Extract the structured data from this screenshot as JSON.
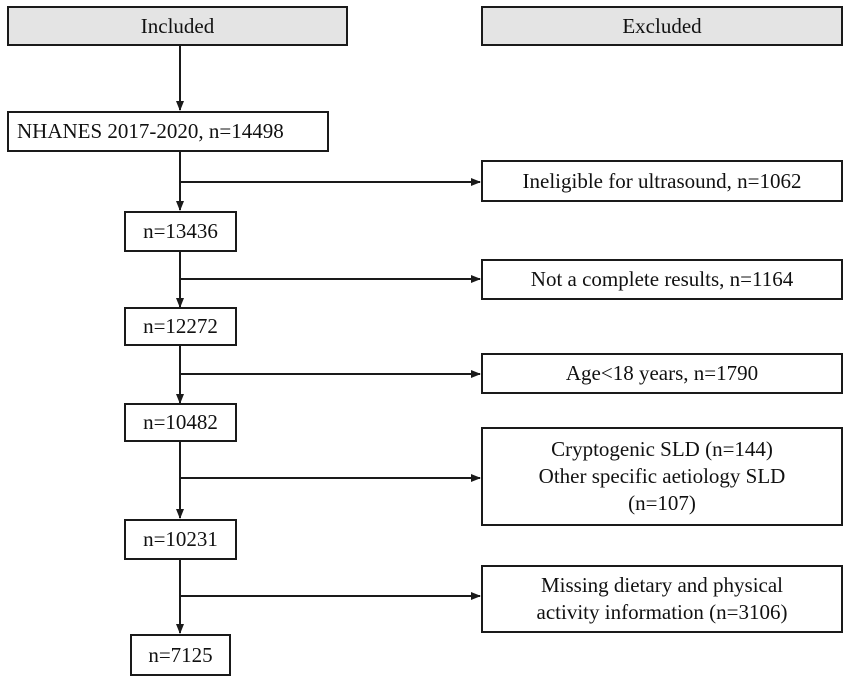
{
  "headers": {
    "included": "Included",
    "excluded": "Excluded"
  },
  "included_steps": [
    {
      "label": "NHANES 2017-2020, n=14498"
    },
    {
      "label": "n=13436"
    },
    {
      "label": "n=12272"
    },
    {
      "label": "n=10482"
    },
    {
      "label": "n=10231"
    },
    {
      "label": "n=7125"
    }
  ],
  "exclusions": [
    {
      "lines": [
        "Ineligible for ultrasound, n=1062"
      ]
    },
    {
      "lines": [
        "Not a complete results, n=1164"
      ]
    },
    {
      "lines": [
        "Age<18 years, n=1790"
      ]
    },
    {
      "lines": [
        "Cryptogenic SLD (n=144)",
        "Other specific aetiology SLD",
        "(n=107)"
      ]
    },
    {
      "lines": [
        "Missing dietary and physical",
        "activity information (n=3106)"
      ]
    }
  ]
}
